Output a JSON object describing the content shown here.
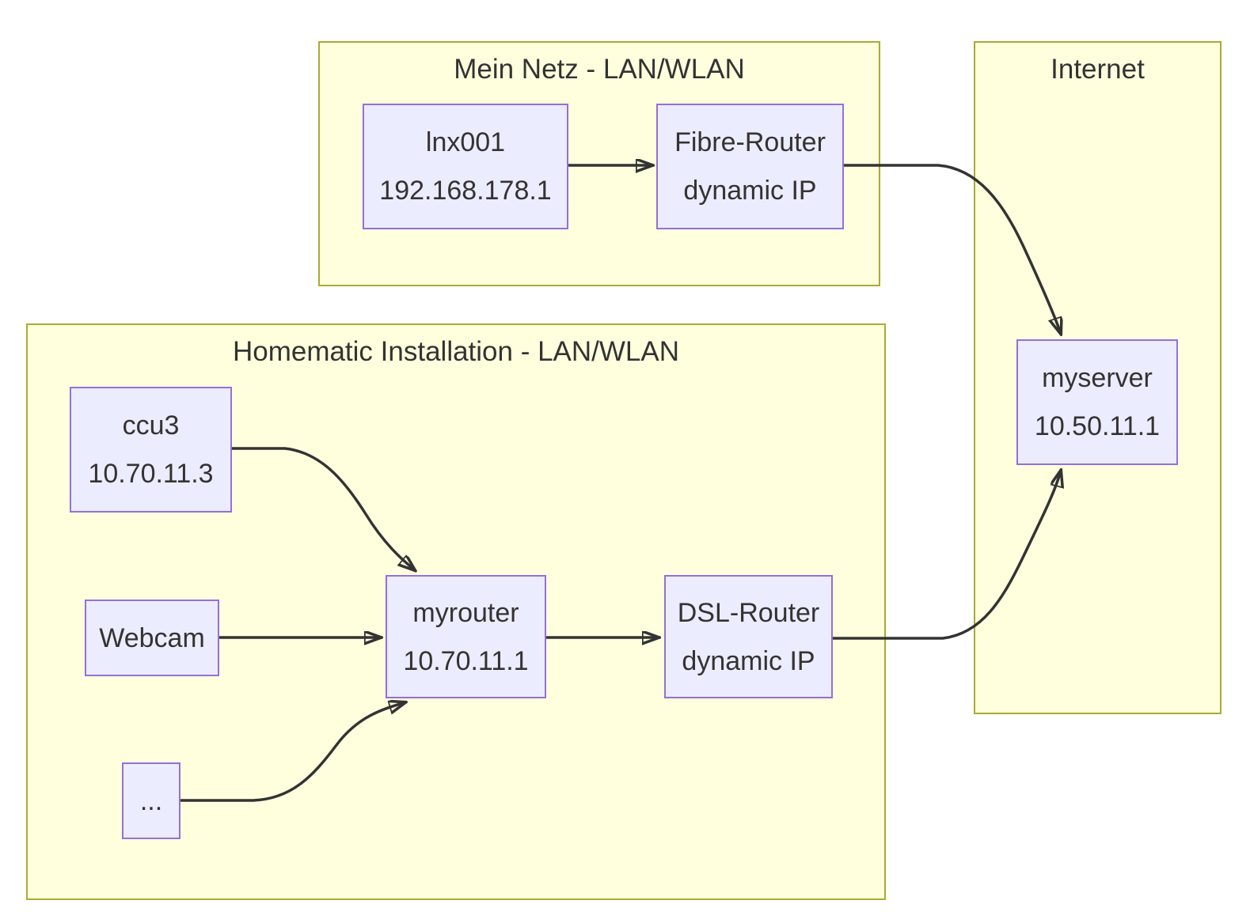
{
  "diagram": {
    "type": "network-flowchart",
    "subgraphs": {
      "mein_netz": {
        "title": "Mein Netz - LAN/WLAN"
      },
      "internet": {
        "title": "Internet"
      },
      "homematic": {
        "title": "Homematic Installation - LAN/WLAN"
      }
    },
    "nodes": {
      "lnx001": {
        "line1": "lnx001",
        "line2": "192.168.178.1"
      },
      "fibre_router": {
        "line1": "Fibre-Router",
        "line2": "dynamic IP"
      },
      "myserver": {
        "line1": "myserver",
        "line2": "10.50.11.1"
      },
      "ccu3": {
        "line1": "ccu3",
        "line2": "10.70.11.3"
      },
      "webcam": {
        "line1": "Webcam"
      },
      "others": {
        "line1": "..."
      },
      "myrouter": {
        "line1": "myrouter",
        "line2": "10.70.11.1"
      },
      "dsl_router": {
        "line1": "DSL-Router",
        "line2": "dynamic IP"
      }
    },
    "edges": [
      {
        "from": "lnx001",
        "to": "fibre_router"
      },
      {
        "from": "fibre_router",
        "to": "myserver"
      },
      {
        "from": "ccu3",
        "to": "myrouter"
      },
      {
        "from": "webcam",
        "to": "myrouter"
      },
      {
        "from": "others",
        "to": "myrouter"
      },
      {
        "from": "myrouter",
        "to": "dsl_router"
      },
      {
        "from": "dsl_router",
        "to": "myserver"
      }
    ],
    "colors": {
      "node_fill": "#ececff",
      "node_border": "#9370db",
      "cluster_fill": "#ffffde",
      "cluster_border": "#aaaa33",
      "edge": "#333333",
      "text": "#333333",
      "background": "#ffffff"
    }
  }
}
